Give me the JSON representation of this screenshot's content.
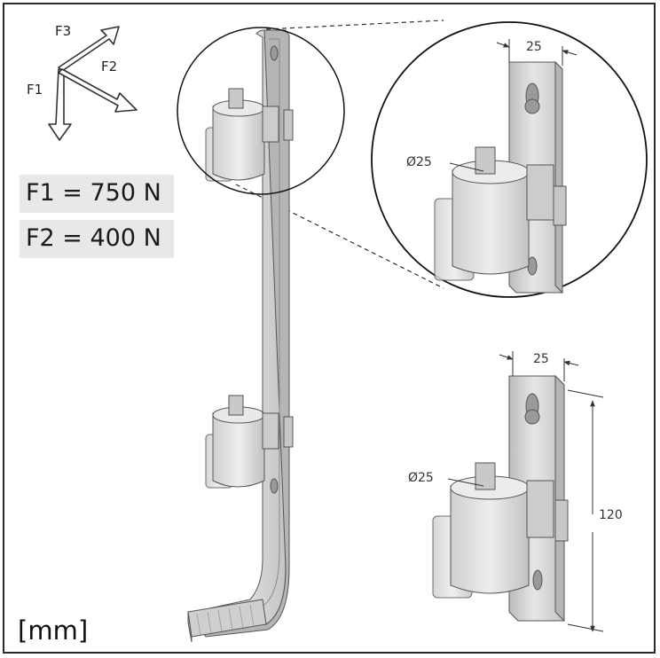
{
  "force_arrows": {
    "f1_label": "F1",
    "f2_label": "F2",
    "f3_label": "F3"
  },
  "forces": [
    {
      "text": "F1 = 750 N"
    },
    {
      "text": "F2 = 400 N"
    }
  ],
  "detail_zoom": {
    "width_dim": "25",
    "diameter_dim": "Ø25"
  },
  "detail_bracket": {
    "width_dim": "25",
    "diameter_dim": "Ø25",
    "height_dim": "120"
  },
  "unit_label": "[mm]",
  "colors": {
    "outline": "#2a2a2a",
    "part_fill": "#d8d8d8",
    "part_shade": "#bdbdbd",
    "box_fill": "#e8e8e8"
  }
}
